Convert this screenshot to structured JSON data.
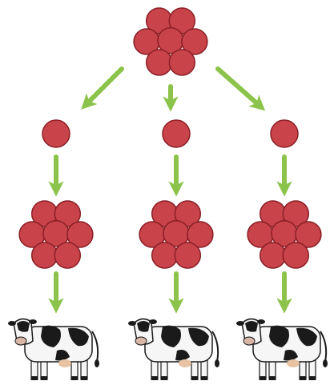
{
  "colors": {
    "cell_fill": "#c9434a",
    "cell_stroke": "#8a1f26",
    "arrow": "#8cc34a",
    "cow_black": "#1a1a1a",
    "cow_white": "#f6f6f6",
    "cow_udder": "#e7c3a4"
  },
  "diagram": {
    "top_embryo": {
      "icon": "embryo-cluster-icon"
    },
    "split_arrows": {
      "icon": "arrow-icon",
      "count": 3
    },
    "single_cells": {
      "icon": "single-cell-icon",
      "count": 3
    },
    "grown_embryos": {
      "icon": "embryo-cluster-icon",
      "count": 3
    },
    "cows": {
      "icon": "cow-icon",
      "count": 3
    }
  }
}
